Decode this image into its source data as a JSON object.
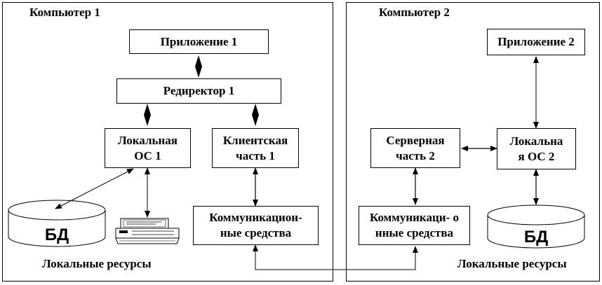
{
  "computer1": {
    "title": "Компьютер 1",
    "app": "Приложение 1",
    "redirector": "Редиректор 1",
    "local_os": [
      "Локальная",
      "ОС 1"
    ],
    "client": [
      "Клиентская",
      "часть 1"
    ],
    "comm": [
      "Коммуникацион-",
      "ные средства"
    ],
    "db": "БД",
    "resources": "Локальные ресурсы",
    "printer_icon": "printer-icon"
  },
  "computer2": {
    "title": "Компьютер 2",
    "app": "Приложение 2",
    "server": [
      "Серверная",
      "часть 2"
    ],
    "local_os": [
      "Локальна",
      "я ОС 2"
    ],
    "comm": [
      "Коммуникаци- о",
      "нные средства"
    ],
    "db": "БД",
    "resources": "Локальные ресурсы"
  }
}
